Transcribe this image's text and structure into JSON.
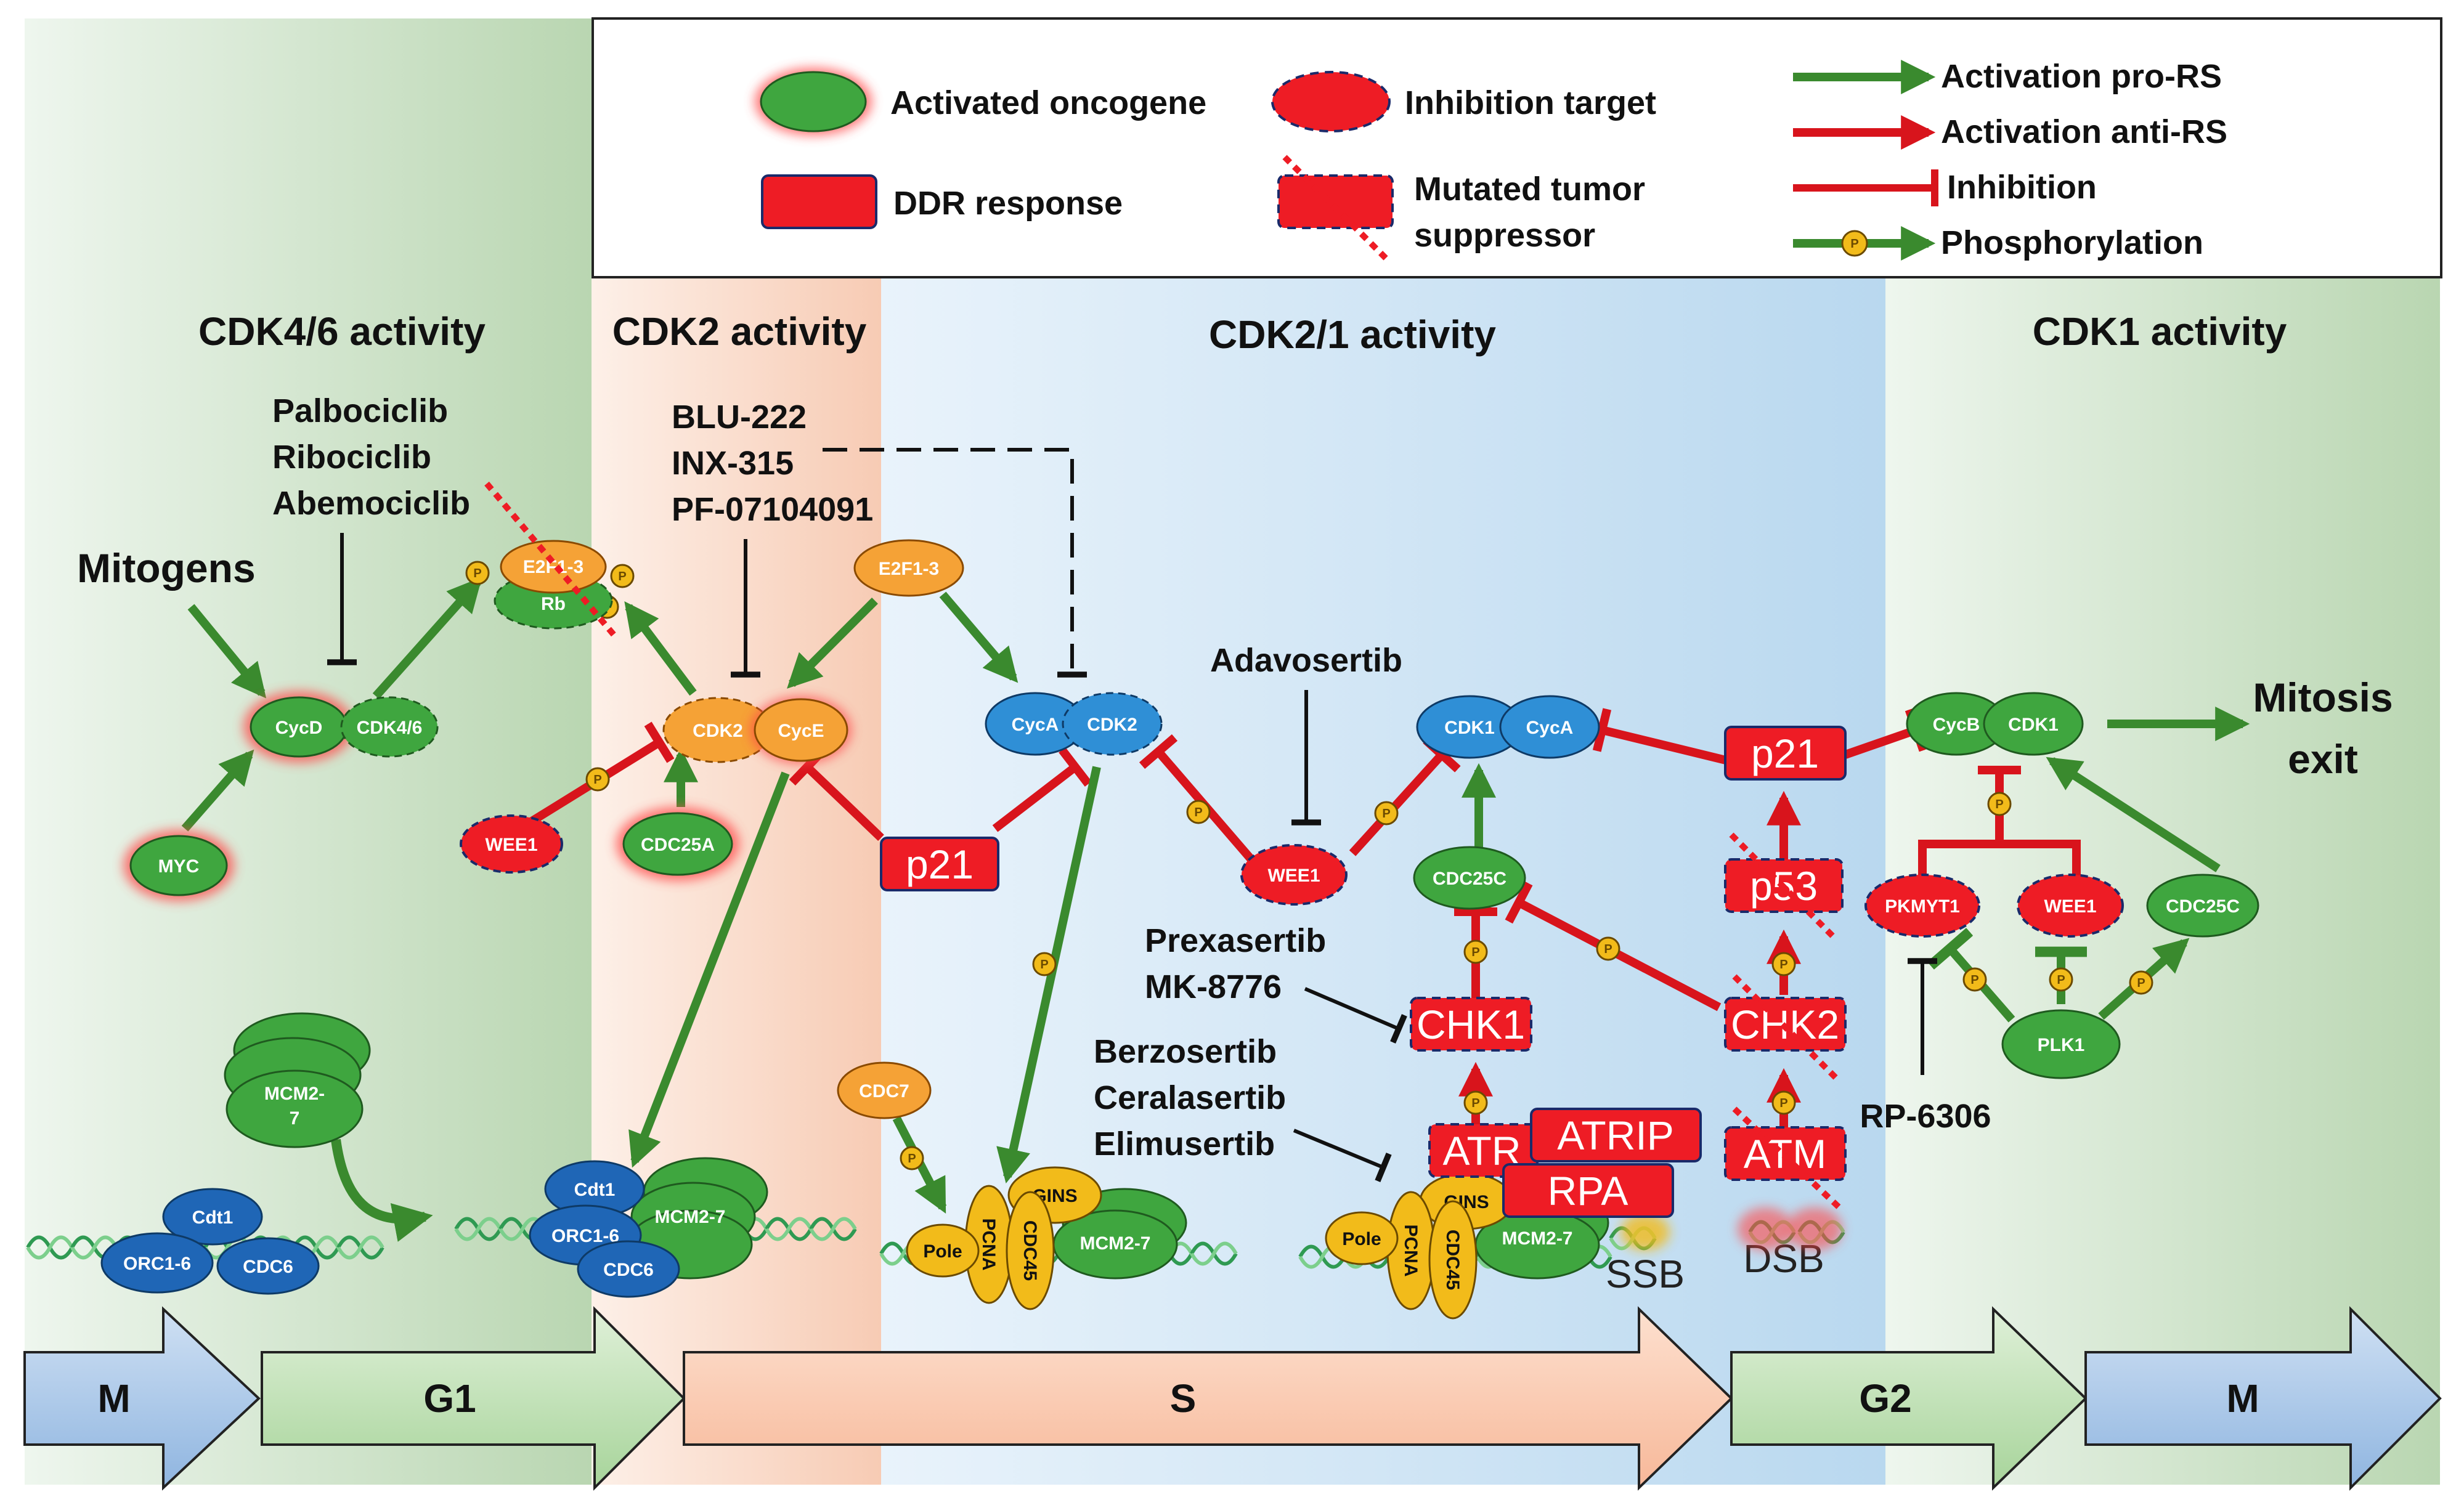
{
  "legend": {
    "activated_oncogene": "Activated oncogene",
    "inhibition_target": "Inhibition target",
    "ddr_response": "DDR response",
    "mutated_tumor_suppressor_line1": "Mutated tumor",
    "mutated_tumor_suppressor_line2": "suppressor",
    "activation_pro_rs": "Activation pro-RS",
    "activation_anti_rs": "Activation anti-RS",
    "inhibition": "Inhibition",
    "phosphorylation": "Phosphorylation"
  },
  "sections": {
    "cdk46": "CDK4/6 activity",
    "cdk2": "CDK2 activity",
    "cdk21": "CDK2/1 activity",
    "cdk1": "CDK1 activity"
  },
  "drugs": {
    "cdk46": [
      "Palbociclib",
      "Ribociclib",
      "Abemociclib"
    ],
    "cdk2": [
      "BLU-222",
      "INX-315",
      "PF-07104091"
    ],
    "wee1": "Adavosertib",
    "chk1": [
      "Prexasertib",
      "MK-8776"
    ],
    "atr": [
      "Berzosertib",
      "Ceralasertib",
      "Elimusertib"
    ],
    "pkmyt1": "RP-6306"
  },
  "labels": {
    "mitogens": "Mitogens",
    "mitosis_exit_1": "Mitosis",
    "mitosis_exit_2": "exit",
    "ssb": "SSB",
    "dsb": "DSB",
    "phospho": "P"
  },
  "nodes": {
    "cycd": "CycD",
    "cdk46": "CDK4/6",
    "myc": "MYC",
    "e2f13": "E2F1-3",
    "rb": "Rb",
    "cdk2": "CDK2",
    "cyce": "CycE",
    "wee1": "WEE1",
    "cdc25a": "CDC25A",
    "cyca": "CycA",
    "cdk1": "CDK1",
    "cdc25c": "CDC25C",
    "cycb": "CycB",
    "pkmyt1": "PKMYT1",
    "plk1": "PLK1",
    "cdc7": "CDC7",
    "mcm27": "MCM2-7",
    "mcm2": "MCM2-",
    "mcm7": "7",
    "cdt1": "Cdt1",
    "orc16": "ORC1-6",
    "cdc6": "CDC6",
    "gins": "GINS",
    "pole": "Pole",
    "pcna": "PCNA",
    "cdc45": "CDC45"
  },
  "ddr": {
    "p21": "p21",
    "p53": "p53",
    "chk1": "CHK1",
    "chk2": "CHK2",
    "atr": "ATR",
    "atrip": "ATRIP",
    "rpa": "RPA",
    "atm": "ATM"
  },
  "phases": [
    "M",
    "G1",
    "S",
    "G2",
    "M"
  ],
  "colors": {
    "green": "#3fa63f",
    "red": "#ee1c25",
    "orange": "#f5a236",
    "blue": "#2f8fd6",
    "dark_blue": "#1f66b6",
    "yellow": "#f2bb1a",
    "arrow_green": "#3a8a2e",
    "arrow_red": "#d8141c"
  }
}
